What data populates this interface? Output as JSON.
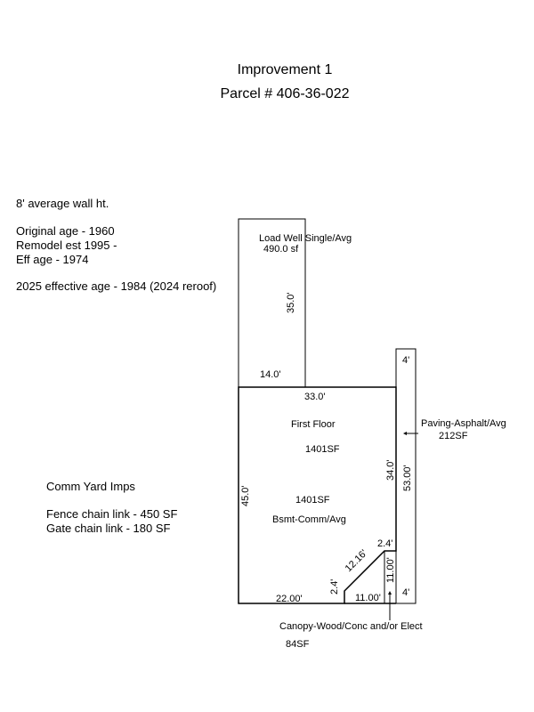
{
  "header": {
    "title": "Improvement 1",
    "parcel": "Parcel # 406-36-022"
  },
  "notes": {
    "wall_height": "8' average wall ht.",
    "original_age": "Original age - 1960",
    "remodel": "Remodel est 1995 -",
    "eff_age": "Eff age - 1974",
    "effective_2025": "2025 effective age - 1984 (2024 reroof)"
  },
  "yard_imps": {
    "heading": "Comm Yard Imps",
    "fence": "Fence chain link - 450 SF",
    "gate": "Gate chain link - 180 SF"
  },
  "sketch": {
    "load_well": {
      "label": "Load Well Single/Avg",
      "area": "490.0 sf",
      "dim_height": "35.0'",
      "dim_width": "14.0'"
    },
    "main": {
      "dim_top": "33.0'",
      "first_floor_label": "First Floor",
      "first_floor_area": "1401SF",
      "bsmt_area": "1401SF",
      "bsmt_label": "Bsmt-Comm/Avg",
      "dim_left": "45.0'",
      "dim_right": "34.0'",
      "dim_bottom_left": "22.00'",
      "dim_bottom_right": "11.00'",
      "dim_right_lower": "11.00'",
      "dim_diagonal": "12.16'",
      "dim_notch_top": "2.4'",
      "dim_notch_side": "2.4'"
    },
    "paving": {
      "label": "Paving-Asphalt/Avg",
      "area": "212SF",
      "dim_length": "53.00'",
      "dim_top": "4'",
      "dim_bottom": "4'"
    },
    "canopy": {
      "label": "Canopy-Wood/Conc and/or Elect",
      "area": "84SF"
    }
  }
}
